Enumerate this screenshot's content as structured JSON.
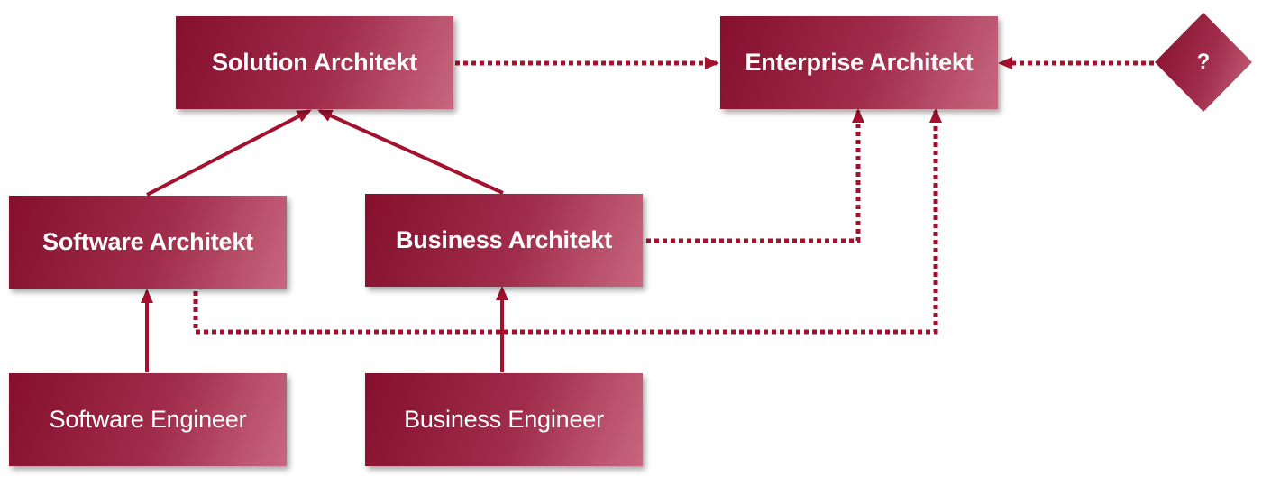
{
  "nodes": {
    "solution_architect": "Solution Architekt",
    "enterprise_architect": "Enterprise Architekt",
    "software_architect": "Software Architekt",
    "business_architect": "Business Architekt",
    "software_engineer": "Software Engineer",
    "business_engineer": "Business Engineer",
    "unknown": "?"
  },
  "colors": {
    "primary": "#850f2c",
    "gradient_end": "#c8677f",
    "connector": "#a3112e"
  }
}
